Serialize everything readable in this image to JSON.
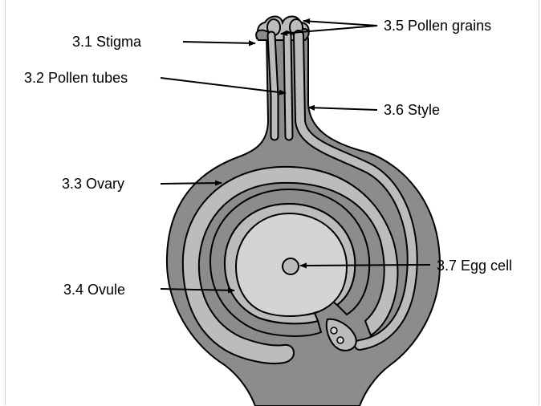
{
  "diagram": {
    "labels": {
      "stigma": "3.1 Stigma",
      "pollen_tubes": "3.2 Pollen tubes",
      "ovary": "3.3 Ovary",
      "ovule": "3.4 Ovule",
      "pollen_grains": "3.5 Pollen grains",
      "style": "3.6 Style",
      "egg_cell": "3.7 Egg cell"
    },
    "colors": {
      "ovary_fill": "#8c8c8c",
      "inner_light": "#bcbcbc",
      "ovule_dark": "#8c8c8c",
      "nucellus": "#d4d4d4",
      "outline": "#000000"
    }
  }
}
